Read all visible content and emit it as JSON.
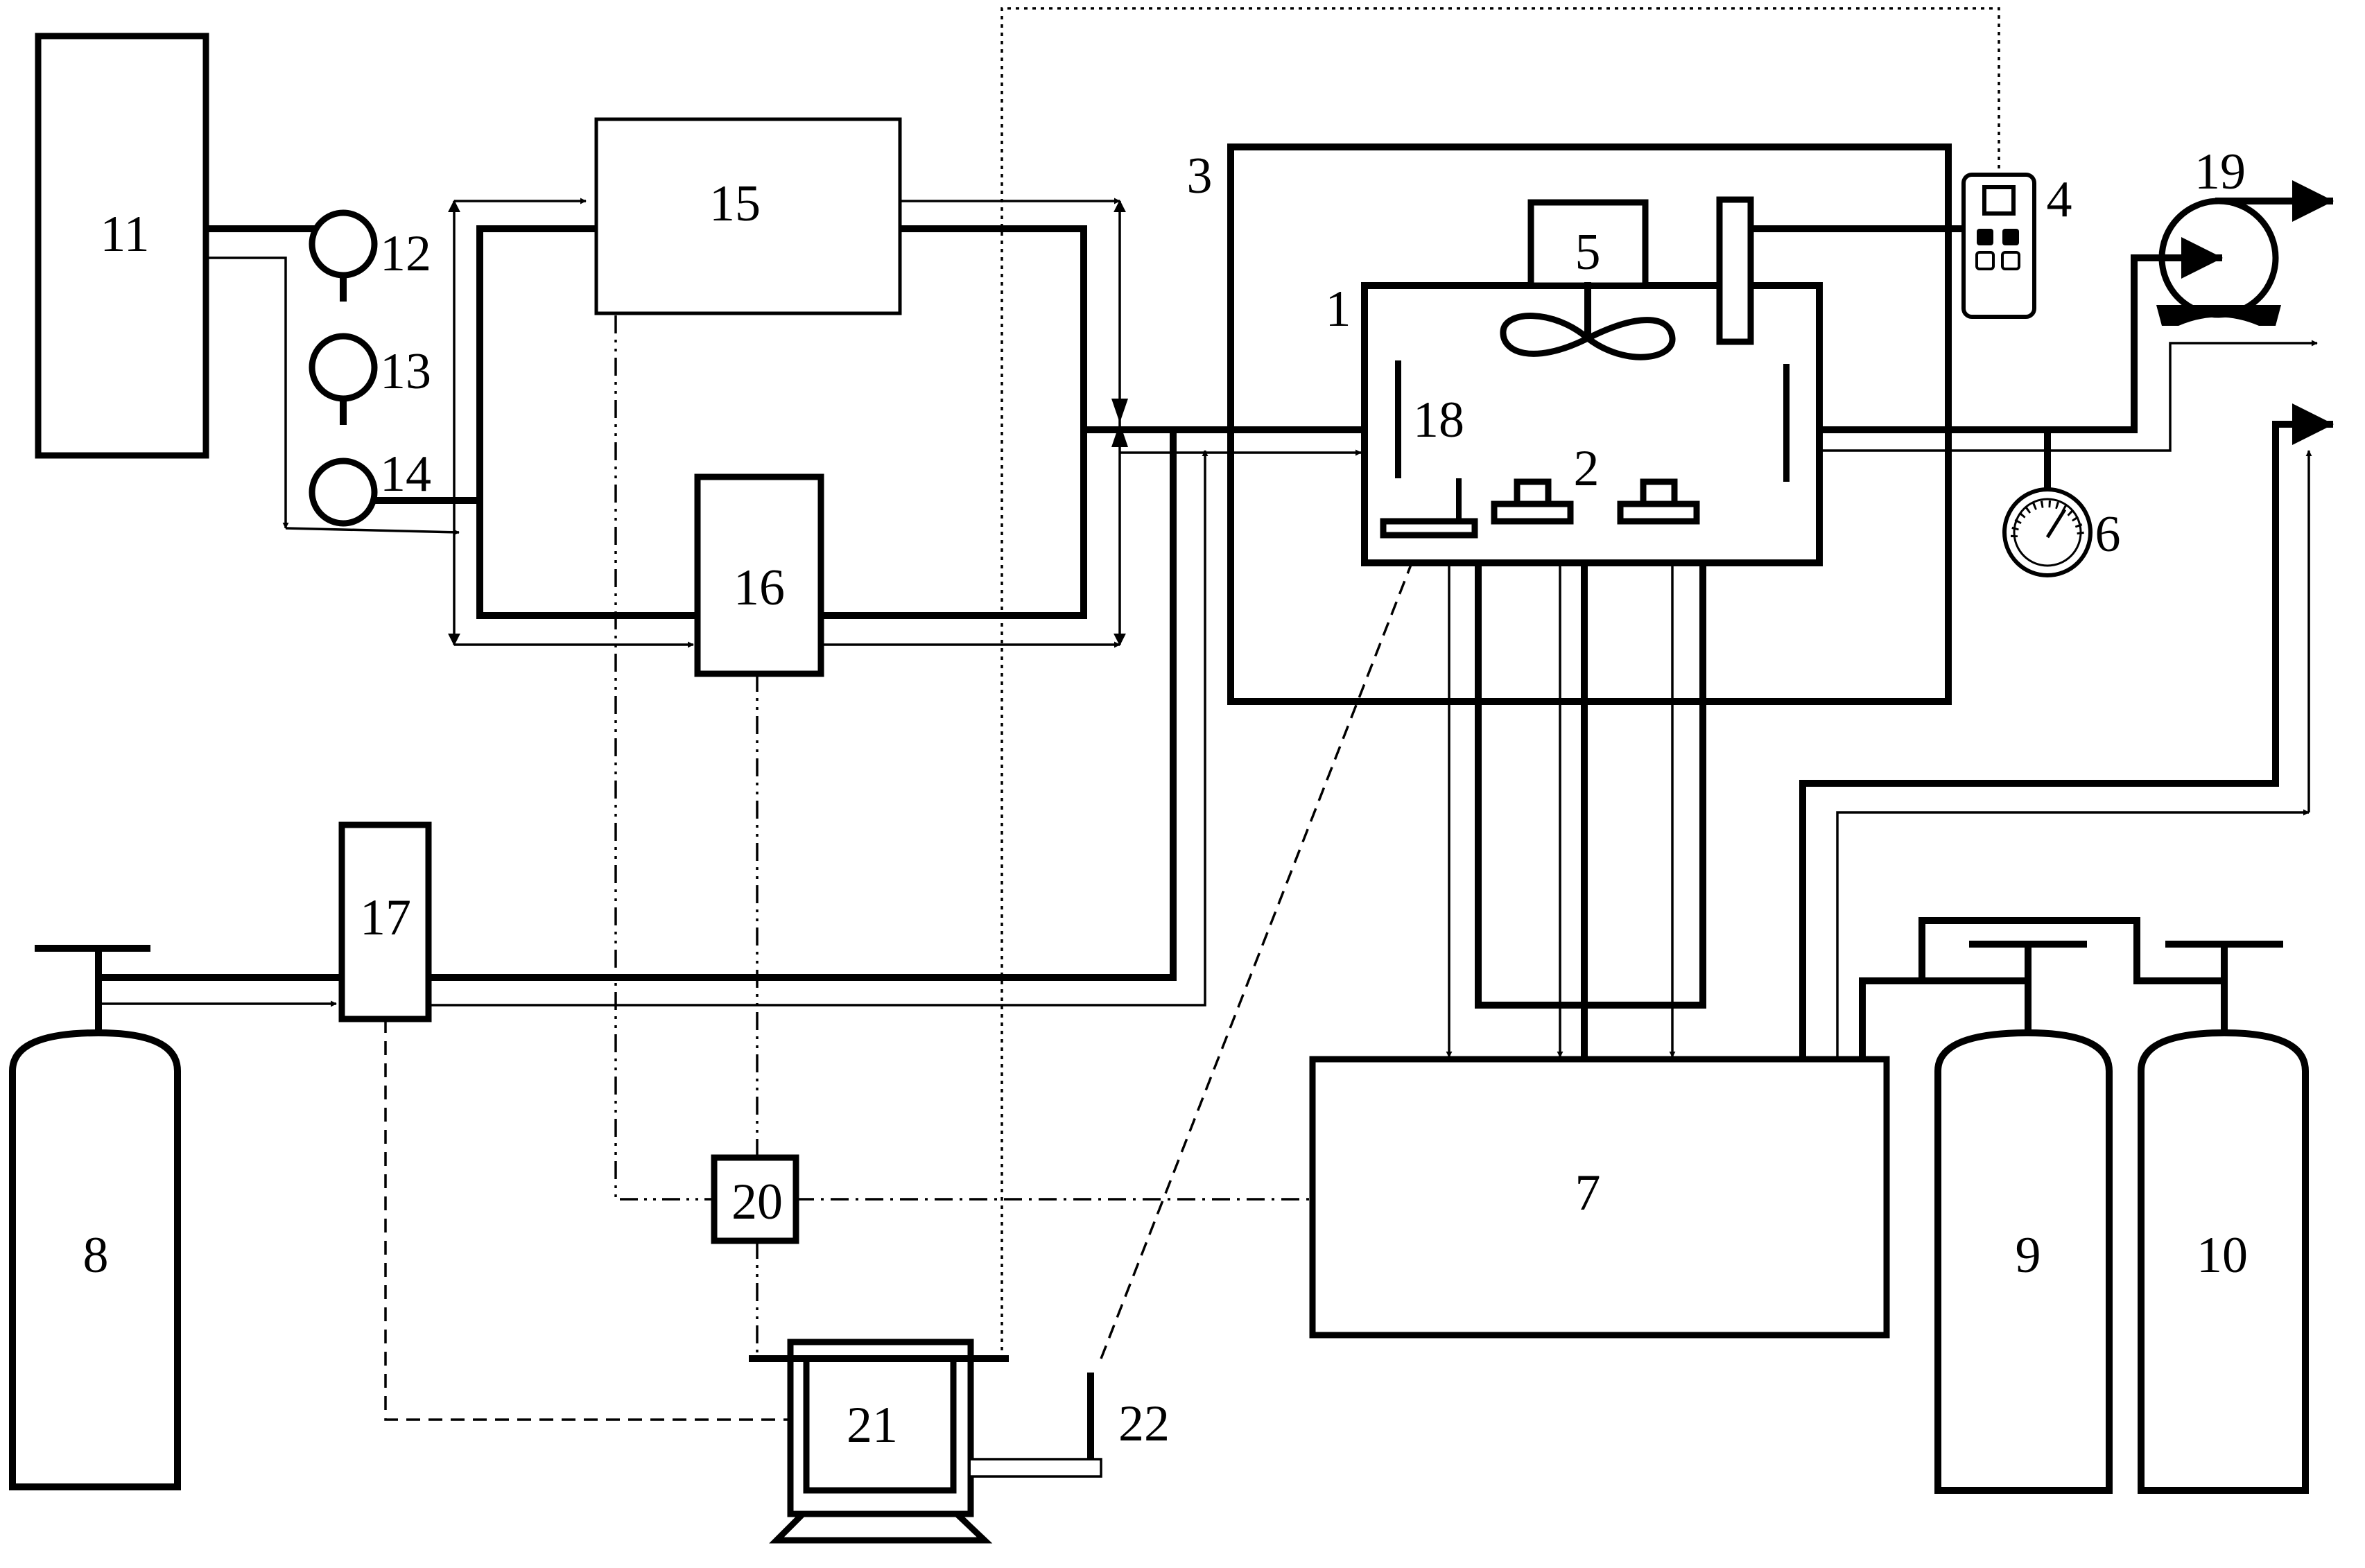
{
  "diagram": {
    "labels": {
      "c1": "1",
      "c2": "2",
      "c3": "3",
      "c4": "4",
      "c5": "5",
      "c6": "6",
      "c7": "7",
      "c8": "8",
      "c9": "9",
      "c10": "10",
      "c11": "11",
      "c12": "12",
      "c13": "13",
      "c14": "14",
      "c15": "15",
      "c16": "16",
      "c17": "17",
      "c18": "18",
      "c19": "19",
      "c20": "20",
      "c21": "21",
      "c22": "22"
    }
  }
}
